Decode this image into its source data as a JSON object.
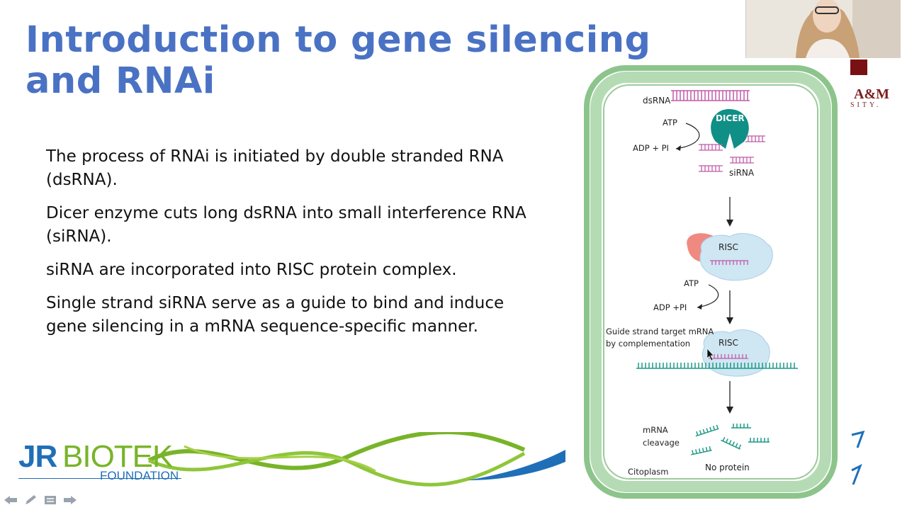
{
  "slide": {
    "title": "Introduction to gene silencing and RNAi",
    "bullets": [
      "The process of RNAi is initiated by double stranded RNA (dsRNA).",
      "Dicer enzyme cuts long dsRNA into small interference RNA (siRNA).",
      "siRNA are incorporated into RISC protein complex.",
      "Single strand siRNA serve as a guide to bind and induce gene silencing in a mRNA sequence-specific manner."
    ]
  },
  "logo": {
    "jr": "JR",
    "biotek": "BIOTEK",
    "foundation": "FOUNDATION"
  },
  "university": {
    "name": "A&M",
    "sub": "SITY."
  },
  "diagram": {
    "dsrna": "dsRNA",
    "dicer": "DICER",
    "atp1": "ATP",
    "adp1": "ADP + PI",
    "sirna": "siRNA",
    "risc1": "RISC",
    "atp2": "ATP",
    "adp2": "ADP +PI",
    "guide_line1": "Guide strand target mRNA",
    "guide_line2": "by complementation",
    "risc2": "RISC",
    "mrna_cleavage_1": "mRNA",
    "mrna_cleavage_2": "cleavage",
    "no_protein": "No protein",
    "citoplasm": "Citoplasm"
  },
  "colors": {
    "title": "#4a72c4",
    "cell_border": "#8cc48c",
    "dicer": "#0f8f86",
    "rna": "#c05aa8",
    "risc": "#cfe6f3",
    "protein": "#f08a80",
    "mrna": "#1f9a86",
    "logo_blue": "#1f6fb8",
    "logo_green": "#78b428"
  },
  "icons": [
    "arrow-left-icon",
    "pen-icon",
    "menu-icon",
    "arrow-right-icon",
    "mouse-cursor-icon"
  ]
}
